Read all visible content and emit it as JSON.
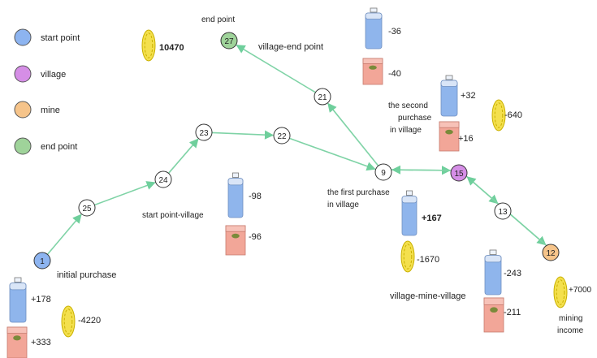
{
  "legend": [
    {
      "label": "start point",
      "color": "#8db4f0"
    },
    {
      "label": "village",
      "color": "#d58ee6"
    },
    {
      "label": "mine",
      "color": "#f6c48a"
    },
    {
      "label": "end point",
      "color": "#9fd39a"
    }
  ],
  "nodes": [
    {
      "id": "1",
      "type": "start"
    },
    {
      "id": "25",
      "type": "plain"
    },
    {
      "id": "24",
      "type": "plain"
    },
    {
      "id": "23",
      "type": "plain"
    },
    {
      "id": "22",
      "type": "plain"
    },
    {
      "id": "9",
      "type": "plain"
    },
    {
      "id": "15",
      "type": "village"
    },
    {
      "id": "13",
      "type": "plain"
    },
    {
      "id": "12",
      "type": "mine"
    },
    {
      "id": "21",
      "type": "plain"
    },
    {
      "id": "27",
      "type": "end"
    }
  ],
  "edges": [
    [
      "1",
      "25"
    ],
    [
      "25",
      "24"
    ],
    [
      "24",
      "23"
    ],
    [
      "23",
      "22"
    ],
    [
      "22",
      "9"
    ],
    [
      "9",
      "15"
    ],
    [
      "15",
      "9"
    ],
    [
      "15",
      "13"
    ],
    [
      "13",
      "12"
    ],
    [
      "12",
      "15"
    ],
    [
      "9",
      "21"
    ],
    [
      "21",
      "27"
    ]
  ],
  "labels": {
    "end_point": "end point",
    "village_end_point": "village-end point",
    "second_purchase": [
      "the second",
      "purchase",
      "in village"
    ],
    "first_purchase": [
      "the first purchase",
      "in village"
    ],
    "start_point_village": "start point-village",
    "initial_purchase": "initial purchase",
    "village_mine_village": "village-mine-village",
    "mining_income": [
      "mining",
      "income"
    ]
  },
  "values": {
    "top_coin": "10470",
    "ve_water": "-36",
    "ve_food": "-40",
    "second_water": "+32",
    "second_food": "+16",
    "second_coin": "-640",
    "spv_water": "-98",
    "spv_food": "-96",
    "first_water": "+167",
    "first_coin": "-1670",
    "vmv_water": "-243",
    "vmv_food": "-211",
    "mining_coin": "+7000",
    "initial_water": "+178",
    "initial_food": "+333",
    "initial_coin": "-4220"
  },
  "colors": {
    "edge": "#7fd3a6",
    "water": "#8fb5ec",
    "food": "#f2a698",
    "coin": "#f4e04d"
  },
  "icons": {
    "water": "water-bottle-icon",
    "food": "food-box-icon",
    "coin": "gold-coin-icon"
  }
}
